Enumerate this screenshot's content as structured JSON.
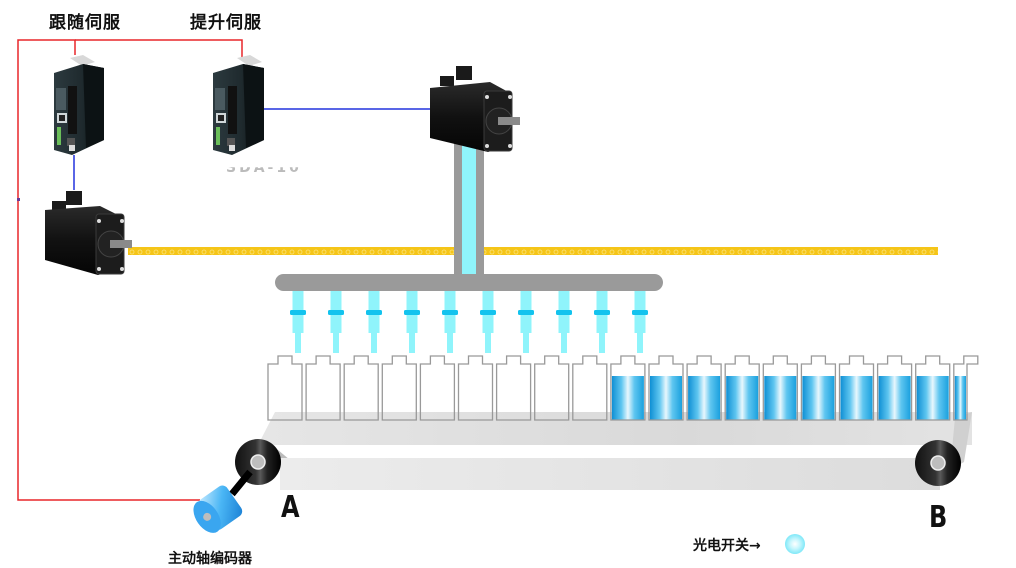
{
  "labels": {
    "follow_servo": "跟随伺服",
    "lift_servo": "提升伺服",
    "servo_model_partial": "SDA-10",
    "encoder": "主动轴编码器",
    "point_a": "A",
    "point_b": "B",
    "photo_switch": "光电开关"
  },
  "photo_switch_arrow": "→",
  "colors": {
    "power_wire": "#e8262a",
    "signal_wire": "#2233dd",
    "belt_chain": "#f5c518",
    "frame_gray": "#9a9a9a",
    "nozzle_cyan": "#8ff4fb",
    "nozzle_band": "#12c3ee",
    "liquid_blue": "#1aa0de",
    "conveyor_gray": "#e2e2e2",
    "encoder_blue": "#4ab6f5",
    "sensor_cyan": "#9ff0fb"
  },
  "components": {
    "drives": [
      {
        "name": "follow-servo-drive",
        "label_key": "follow_servo"
      },
      {
        "name": "lift-servo-drive",
        "label_key": "lift_servo"
      }
    ],
    "motors": [
      {
        "name": "follow-servo-motor"
      },
      {
        "name": "lift-servo-motor"
      }
    ],
    "nozzle_count": 10,
    "bottles": {
      "empty": 9,
      "filled": 10
    }
  }
}
